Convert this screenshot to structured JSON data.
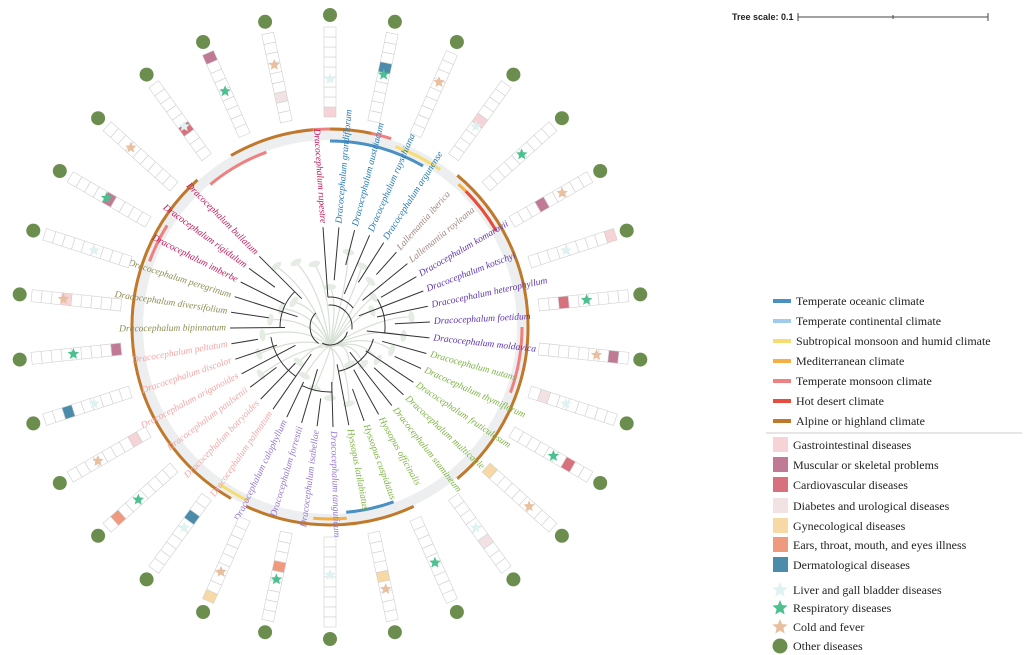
{
  "tree_scale": {
    "label": "Tree scale: 0.1"
  },
  "taxa": [
    {
      "name": "Dracocephalum rupestre",
      "color": "#c2185b"
    },
    {
      "name": "Dracocephalum grandiflorum",
      "color": "#1f77b4"
    },
    {
      "name": "Dracocephalum austriacum",
      "color": "#1f77b4"
    },
    {
      "name": "Dracocephalum ruyschiana",
      "color": "#1f77b4"
    },
    {
      "name": "Dracocephalum argunense",
      "color": "#1f77b4"
    },
    {
      "name": "Lallemantia iberica",
      "color": "#a1887f"
    },
    {
      "name": "Lallemantia royleana",
      "color": "#a1887f"
    },
    {
      "name": "Dracocephalum komarovii",
      "color": "#5e35b1"
    },
    {
      "name": "Dracocephalum kotschyi",
      "color": "#5e35b1"
    },
    {
      "name": "Dracocephalum heterophyllum",
      "color": "#5e35b1"
    },
    {
      "name": "Dracocephalum foetidum",
      "color": "#5e35b1"
    },
    {
      "name": "Dracocephalum moldavica",
      "color": "#5e35b1"
    },
    {
      "name": "Dracocephalum nutans",
      "color": "#7cb342"
    },
    {
      "name": "Dracocephalum thymiflorum",
      "color": "#7cb342"
    },
    {
      "name": "Dracocephalum fruticulosum",
      "color": "#7cb342"
    },
    {
      "name": "Dracocephalum multicaule",
      "color": "#7cb342"
    },
    {
      "name": "Dracocephalum stamineum",
      "color": "#7cb342"
    },
    {
      "name": "Hyssopus officinalis",
      "color": "#7cb342"
    },
    {
      "name": "Hyssopus cuspidatus",
      "color": "#7cb342"
    },
    {
      "name": "Hyssopus latilabiatus",
      "color": "#7cb342"
    },
    {
      "name": "Dracocephalum tanguticum",
      "color": "#9575cd"
    },
    {
      "name": "Dracocephalum isabellae",
      "color": "#9575cd"
    },
    {
      "name": "Dracocephalum forrestii",
      "color": "#9575cd"
    },
    {
      "name": "Dracocephalum calophyllum",
      "color": "#9575cd"
    },
    {
      "name": "Dracocephalum palmatum",
      "color": "#f4a6a6"
    },
    {
      "name": "Dracocephalum botryoides",
      "color": "#f4a6a6"
    },
    {
      "name": "Dracocephalum paulsenii",
      "color": "#f4a6a6"
    },
    {
      "name": "Dracocephalum origanoides",
      "color": "#f4a6a6"
    },
    {
      "name": "Dracocephalum discolor",
      "color": "#f4a6a6"
    },
    {
      "name": "Dracocephalum peltatum",
      "color": "#f4a6a6"
    },
    {
      "name": "Dracocephalum bipinnatum",
      "color": "#8d8d55"
    },
    {
      "name": "Dracocephalum diversifolium",
      "color": "#8d8d55"
    },
    {
      "name": "Dracocephalum peregrinum",
      "color": "#8d8d55"
    },
    {
      "name": "Dracocephalum imberbe",
      "color": "#c2185b"
    },
    {
      "name": "Dracocephalum rigidulum",
      "color": "#c2185b"
    },
    {
      "name": "Dracocephalum bullatum",
      "color": "#c2185b"
    }
  ],
  "climate_legend": [
    {
      "label": "Temperate oceanic climate",
      "color": "#4a90c2"
    },
    {
      "label": "Temperate continental climate",
      "color": "#9fcbef"
    },
    {
      "label": "Subtropical monsoon and humid climate",
      "color": "#f7dc6f"
    },
    {
      "label": "Mediterranean climate",
      "color": "#f5b041"
    },
    {
      "label": "Temperate monsoon climate",
      "color": "#f08080"
    },
    {
      "label": "Hot desert climate",
      "color": "#e74c3c"
    },
    {
      "label": "Alpine or highland climate",
      "color": "#c0782a"
    }
  ],
  "disease_legend": [
    {
      "label": "Gastrointestinal diseases",
      "color": "#f6d3d6",
      "icon": "square-icon"
    },
    {
      "label": "Muscular or skeletal problems",
      "color": "#c07a95",
      "icon": "square-icon"
    },
    {
      "label": "Cardiovascular diseases",
      "color": "#d9707d",
      "icon": "square-icon"
    },
    {
      "label": "Diabetes and urological diseases",
      "color": "#f2e2e4",
      "icon": "square-icon"
    },
    {
      "label": "Gynecological diseases",
      "color": "#f7d9a5",
      "icon": "square-icon"
    },
    {
      "label": "Ears, throat, mouth, and eyes illness",
      "color": "#ef9a7e",
      "icon": "square-icon"
    },
    {
      "label": "Dermatological diseases",
      "color": "#4a8caa",
      "icon": "square-icon"
    },
    {
      "label": "Liver and gall bladder diseases",
      "color": "#dff2f2",
      "icon": "star-icon"
    },
    {
      "label": "Respiratory diseases",
      "color": "#4cc08f",
      "icon": "star-icon"
    },
    {
      "label": "Cold and fever",
      "color": "#e8bf9f",
      "icon": "star-icon"
    },
    {
      "label": "Other diseases",
      "color": "#6b8e4e",
      "icon": "circle-icon"
    }
  ],
  "colors": {
    "ring_gray": "#eceeef",
    "branch": "#333333",
    "cell_border": "#d0d0d0"
  }
}
